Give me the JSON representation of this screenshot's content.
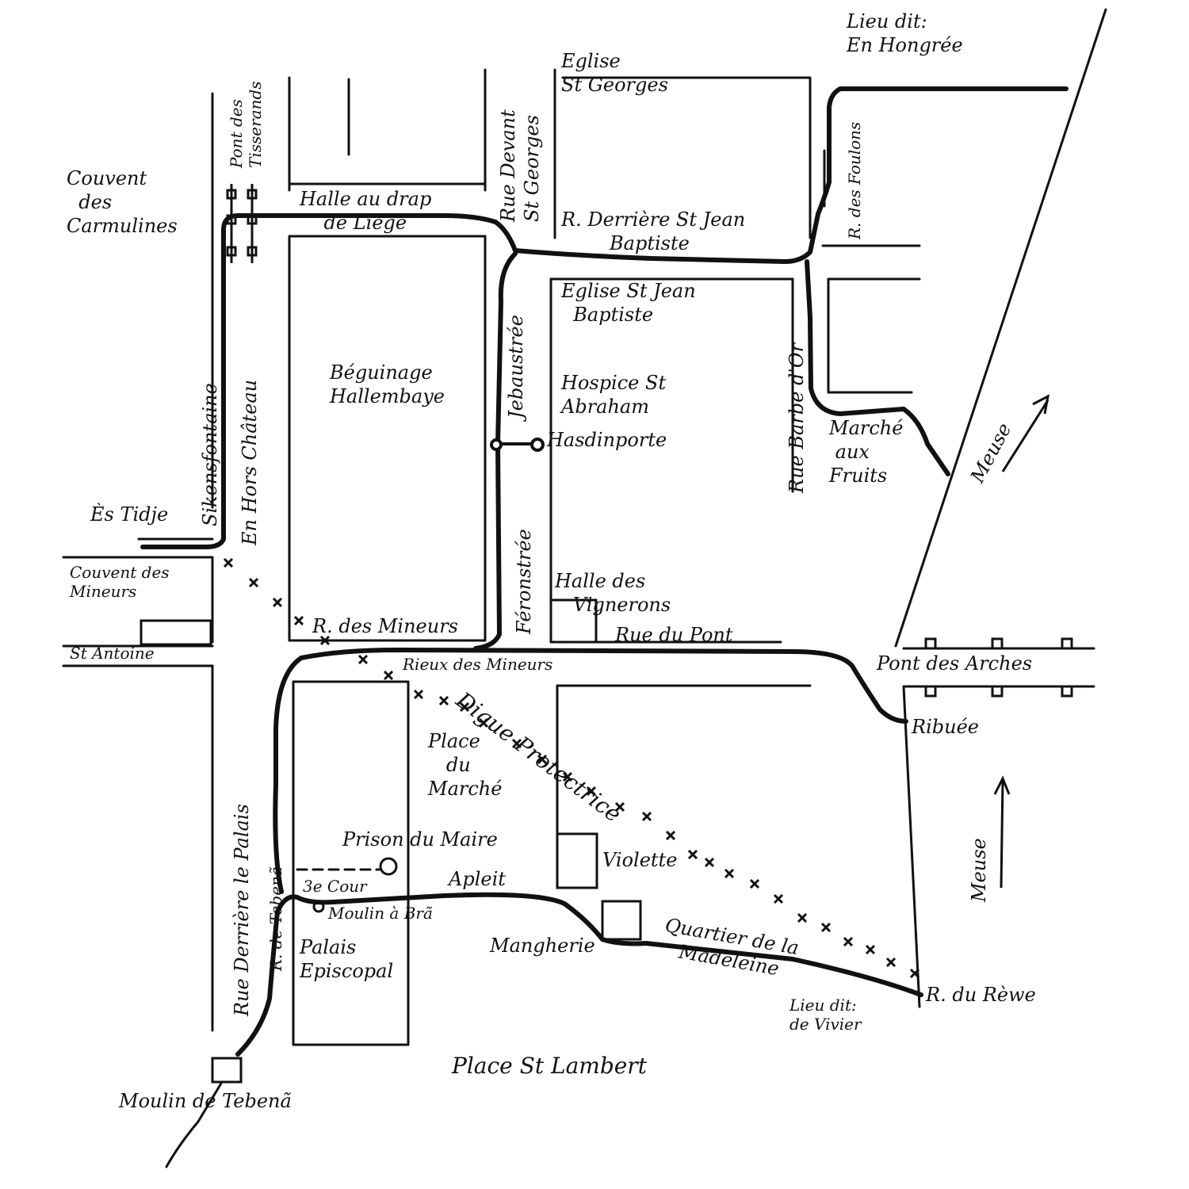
{
  "colors": {
    "ink": "#111111",
    "paper": "#ffffff"
  },
  "labels": {
    "lieu_dit_en_hongree": "Lieu dit:\nEn Hongrée",
    "eglise_st_georges": "Eglise\nSt Georges",
    "rue_devant_st_georges": "Rue Devant\nSt Georges",
    "pont_des_tisserands": "Pont des\nTisserands",
    "couvent_des_carmulines": "Couvent\n  des\nCarmulines",
    "halle_au_drap": "Halle au drap\n    de Liège",
    "r_derriere_st_jean": "R. Derrière St Jean\n        Baptiste",
    "r_des_foulons": "R. des Foulons",
    "eglise_st_jean": "Eglise St Jean\n  Baptiste",
    "rue_barbe_d_or": "Rue Barbe d'Or",
    "beguinage": "Béguinage\nHallembaye",
    "jebaustree": "Jebaustrée",
    "hospice": "Hospice St\nAbraham",
    "rue_hors_chateau": "En Hors Château",
    "sakaufontaine": "Sikensfontaine",
    "marche_aux_fruits": "Marché\n aux\nFruits",
    "meuse_upper": "Meuse",
    "hasdinporte": "Hasdinporte",
    "es_tidje": "Ès Tidje",
    "couvent_des_mineurs": "Couvent des\nMineurs",
    "halle_des_vignerons": "Halle des\n   Vignerons",
    "rue_du_pont": "Rue du Pont",
    "feronstree": "Féronstrée",
    "st_antoine": "St Antoine",
    "r_des_mineurs": "R. des Mineurs",
    "rieux_des_mineurs": "Rieux des Mineurs",
    "pont_des_arches": "Pont des Arches",
    "ribuee": "Ribuée",
    "digue_protectrice": "Digue Protectrice",
    "place_du_marche": "Place\n   du\nMarché",
    "meuse_lower": "Meuse",
    "rue_derriere_le_palais": "Rue Derrière le Palais",
    "r_de_tebena": "R. de Tebenã",
    "prison_du_maire": "Prison du Maire",
    "violette": "Violette",
    "troisieme_cour": "3e Cour",
    "apleit": "Apleit",
    "moulin_a_bra": "Moulin à Brã",
    "quartier_madeleine": "Quartier de la\n   Madeleine",
    "palais_episcopal": "Palais\nEpiscopal",
    "mangherie": "Mangherie",
    "r_du_rewe": "R. du Rèwe",
    "lieu_dit_vivier": "Lieu dit:\nde Vivier",
    "place_st_lambert": "Place St Lambert",
    "moulin_de_tebena": "Moulin de Tebenã"
  }
}
